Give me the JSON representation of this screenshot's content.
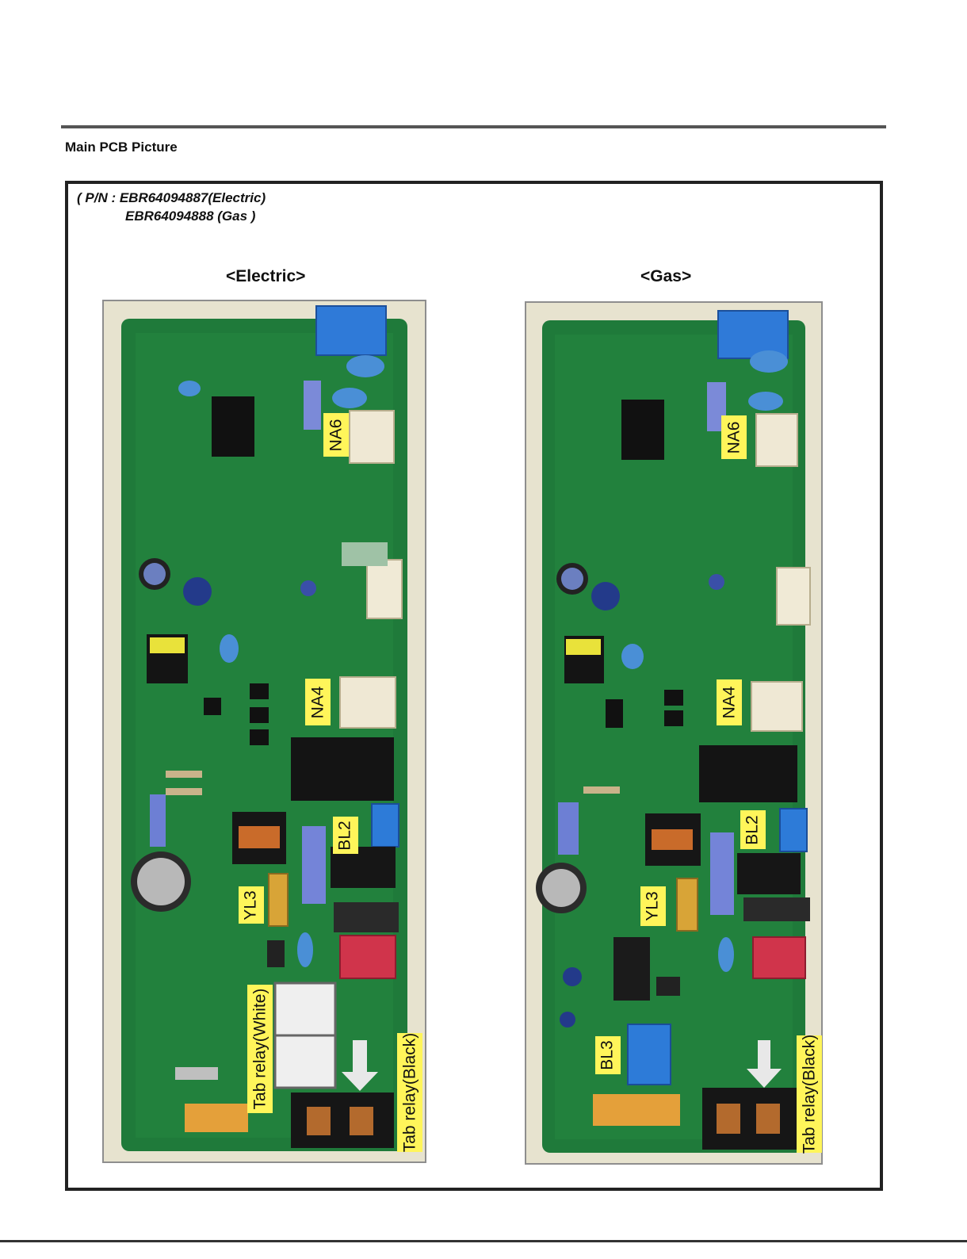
{
  "section_title": "Main PCB Picture",
  "part_numbers": {
    "line1": "( P/N : EBR64094887(Electric)",
    "line2": "EBR64094888 (Gas )"
  },
  "boards": {
    "electric": {
      "title": "<Electric>",
      "labels": {
        "na6": "NA6",
        "na4": "NA4",
        "bl2": "BL2",
        "yl3": "YL3",
        "tab_white": "Tab relay(White)",
        "tab_black": "Tab relay(Black)"
      }
    },
    "gas": {
      "title": "<Gas>",
      "labels": {
        "na6": "NA6",
        "na4": "NA4",
        "bl2": "BL2",
        "yl3": "YL3",
        "bl3": "BL3",
        "tab_black": "Tab relay(Black)"
      }
    }
  },
  "colors": {
    "label_bg": "#fff55a",
    "pcb_green": "#1f7a3a",
    "tray": "#e7e3cf"
  }
}
